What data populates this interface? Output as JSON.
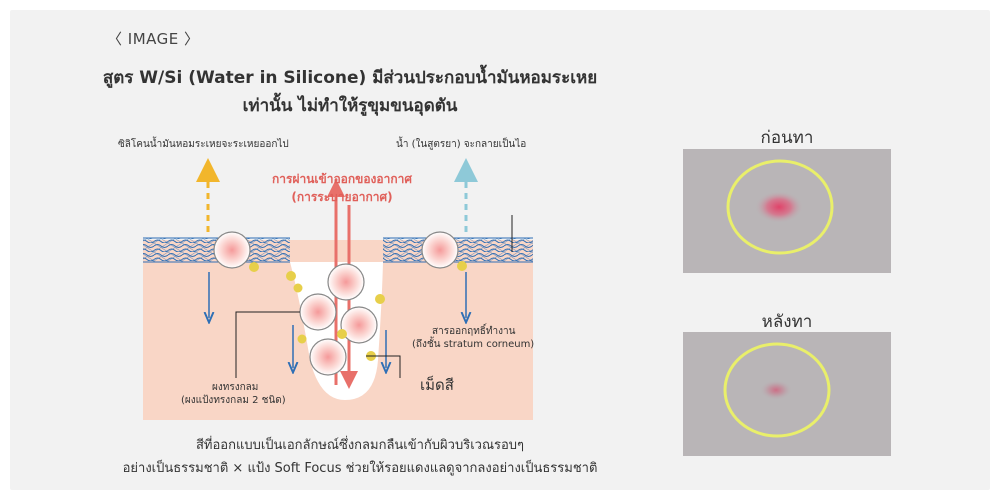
{
  "section_label": "〈 IMAGE 〉",
  "headline": {
    "line1": "สูตร W/Si (Water in Silicone) มีส่วนประกอบน้ำมันหอมระเหย",
    "line2": "เท่านั้น ไม่ทำให้รูขุมขนอุดตัน"
  },
  "diagram": {
    "label_silicone": "ซิลิโคนน้ำมันหอมระเหยจะระเหยออกไป",
    "label_water": "น้ำ (ในสูตรยา) จะกลายเป็นไอ",
    "label_air_line1": "การผ่านเข้าออกของอากาศ",
    "label_air_line2": "(การระบายอากาศ)",
    "label_active_line1": "สารออกฤทธิ์ทำงาน",
    "label_active_line2": "(ถึงชั้น stratum corneum)",
    "label_powder_line1": "ผงทรงกลม",
    "label_powder_line2": "(ผงแป้งทรงกลม 2 ชนิด)",
    "label_pigment": "เม็ดสี",
    "colors": {
      "skin": "#f9d6c6",
      "mesh": "#2f6fb5",
      "yellow_arrow": "#f2b62c",
      "blue_arrow": "#8ec9d8",
      "air_arrow": "#e8706a",
      "down_arrow": "#2f6fb5",
      "dot": "#e7cf4a"
    }
  },
  "caption": {
    "line1": "สีที่ออกแบบเป็นเอกลักษณ์ซึ่งกลมกลืนเข้ากับผิวบริเวณรอบๆ",
    "line2": "อย่างเป็นธรรมชาติ × แป้ง Soft Focus ช่วยให้รอยแดงแลดูจากลงอย่างเป็นธรรมชาติ"
  },
  "photos": {
    "before": "ก่อนทา",
    "after": "หลังทา",
    "ring_color": "#e9ef6a"
  }
}
